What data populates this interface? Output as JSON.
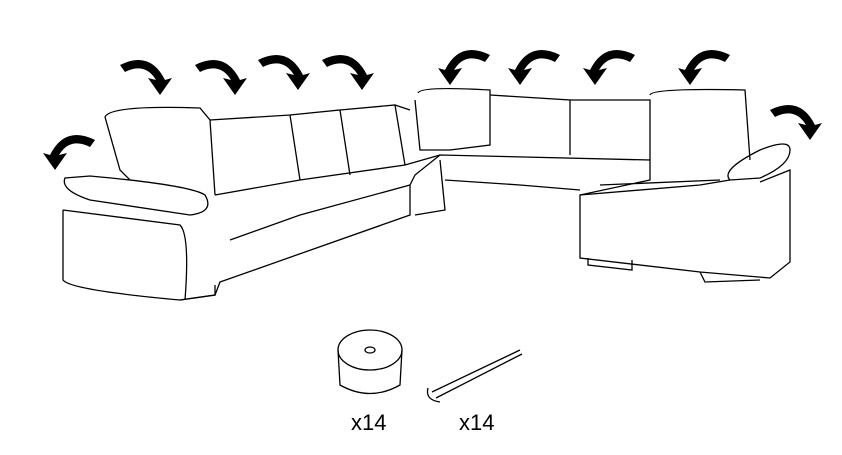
{
  "parts": [
    {
      "name": "foot",
      "quantity": "x14"
    },
    {
      "name": "screw",
      "quantity": "x14"
    }
  ]
}
